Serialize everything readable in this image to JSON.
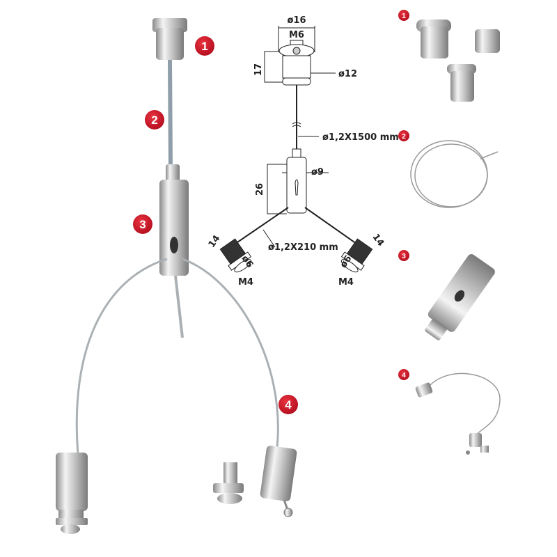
{
  "badges": {
    "main": [
      "1",
      "2",
      "3",
      "4"
    ],
    "thumbs": [
      "1",
      "2",
      "3",
      "4"
    ]
  },
  "drawing": {
    "top_diameter": "ø16",
    "thread": "M6",
    "height_top": "17",
    "body_diameter": "ø12",
    "cable_long": "ø1,2X1500 mm",
    "gripper_diameter": "ø9",
    "gripper_height": "26",
    "left_length": "14",
    "left_diameter": "ø6",
    "left_thread": "M4",
    "cable_short": "ø1,2X210 mm",
    "right_length": "14",
    "right_diameter": "ø6",
    "right_thread": "M4"
  },
  "colors": {
    "badge": "#c8102e",
    "metal": "#c9c9c9",
    "cable": "#9aa3a8"
  }
}
